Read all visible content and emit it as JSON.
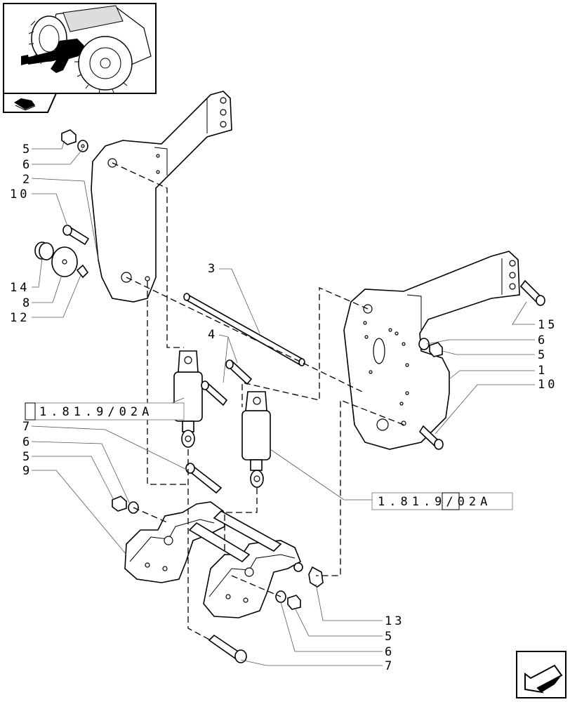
{
  "callouts": {
    "c5a": "5",
    "c6a": "6",
    "c2": "2",
    "c10a": "10",
    "c14": "14",
    "c8": "8",
    "c12": "12",
    "c3": "3",
    "c4": "4",
    "c15": "15",
    "c6b": "6",
    "c5b": "5",
    "c1": "1",
    "c10b": "10",
    "c7a": "7",
    "c6c": "6",
    "c5c": "5",
    "c9": "9",
    "c13": "13",
    "c5d": "5",
    "c6d": "6",
    "c7b": "7"
  },
  "references": {
    "ref_left": "1.81.9/02A",
    "ref_right": "1.81.9/02A"
  },
  "icons": {
    "thumbnail": "tractor-thumbnail-icon",
    "book": "book-icon",
    "nav_arrow": "next-page-arrow-icon"
  }
}
